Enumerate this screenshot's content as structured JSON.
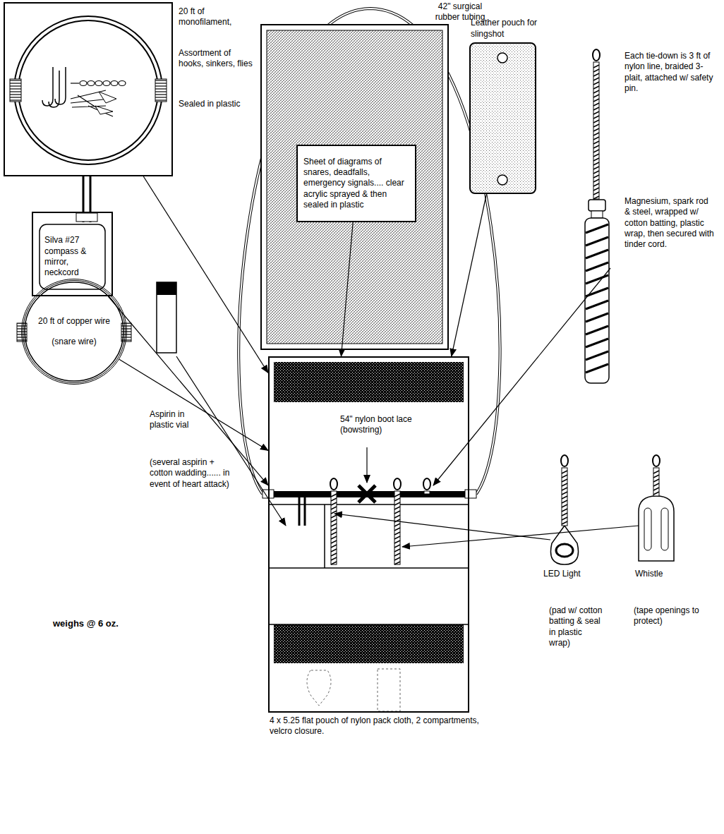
{
  "diagram": {
    "nodes": [
      {
        "text": [
          "20 ft of monofilament,",
          "Assortment of hooks, sinkers, flies",
          "Sealed in plastic"
        ]
      },
      {
        "text": [
          "Sheet of diagrams of snares, deadfalls, emergency signals.... clear acrylic sprayed & then sealed in plastic"
        ]
      },
      {
        "text": [
          "Leather pouch for slingshot"
        ]
      },
      {
        "text": [
          "Silva #27 compass & mirror, neckcord"
        ]
      },
      {
        "text": [
          "20 ft of copper wire",
          "(snare wire)"
        ]
      },
      {
        "text": [
          "54\" nylon boot lace (bowstring)",
          "4 x 5.25 flat pouch of nylon pack cloth, 2 compartments, velcro closure."
        ]
      }
    ],
    "edges": [
      {
        "from": 0,
        "to": 5,
        "arrow": "to"
      },
      {
        "from": 1,
        "to": 5,
        "arrow": "to"
      },
      {
        "from": 2,
        "to": 5,
        "arrow": "to"
      },
      {
        "from": 3,
        "to": 5,
        "arrow": "to"
      },
      {
        "from": 4,
        "to": 5,
        "arrow": "to"
      }
    ],
    "labels": [
      "42\" surgical rubber tubing",
      "Each tie-down is 3 ft of nylon line, braided 3-plait, attached w/ safety pin.",
      "Magnesium, spark rod & steel, wrapped w/ cotton batting, plastic wrap, then secured with tinder cord.",
      "Aspirin in plastic vial",
      "(several aspirin + cotton wadding...... in event of heart attack)",
      "weighs @ 6 oz.",
      "LED Light",
      "(pad w/ cotton batting & seal in plastic wrap)",
      "Whistle",
      "(tape openings to protect)"
    ]
  }
}
